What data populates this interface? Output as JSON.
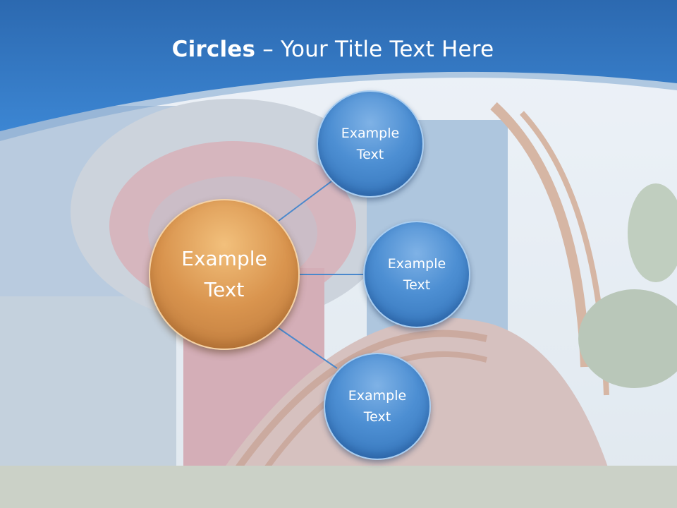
{
  "slide": {
    "title_bold": "Circles",
    "title_rest": " – Your Title Text Here",
    "center": {
      "label": "Example\nText"
    },
    "satellites": [
      {
        "label": "Example\nText"
      },
      {
        "label": "Example\nText"
      },
      {
        "label": "Example\nText"
      }
    ]
  },
  "colors": {
    "header_blue": "#2f6fb5",
    "circle_blue": "#4d8fd3",
    "circle_orange": "#d9944e",
    "connector": "#4a88cc"
  }
}
